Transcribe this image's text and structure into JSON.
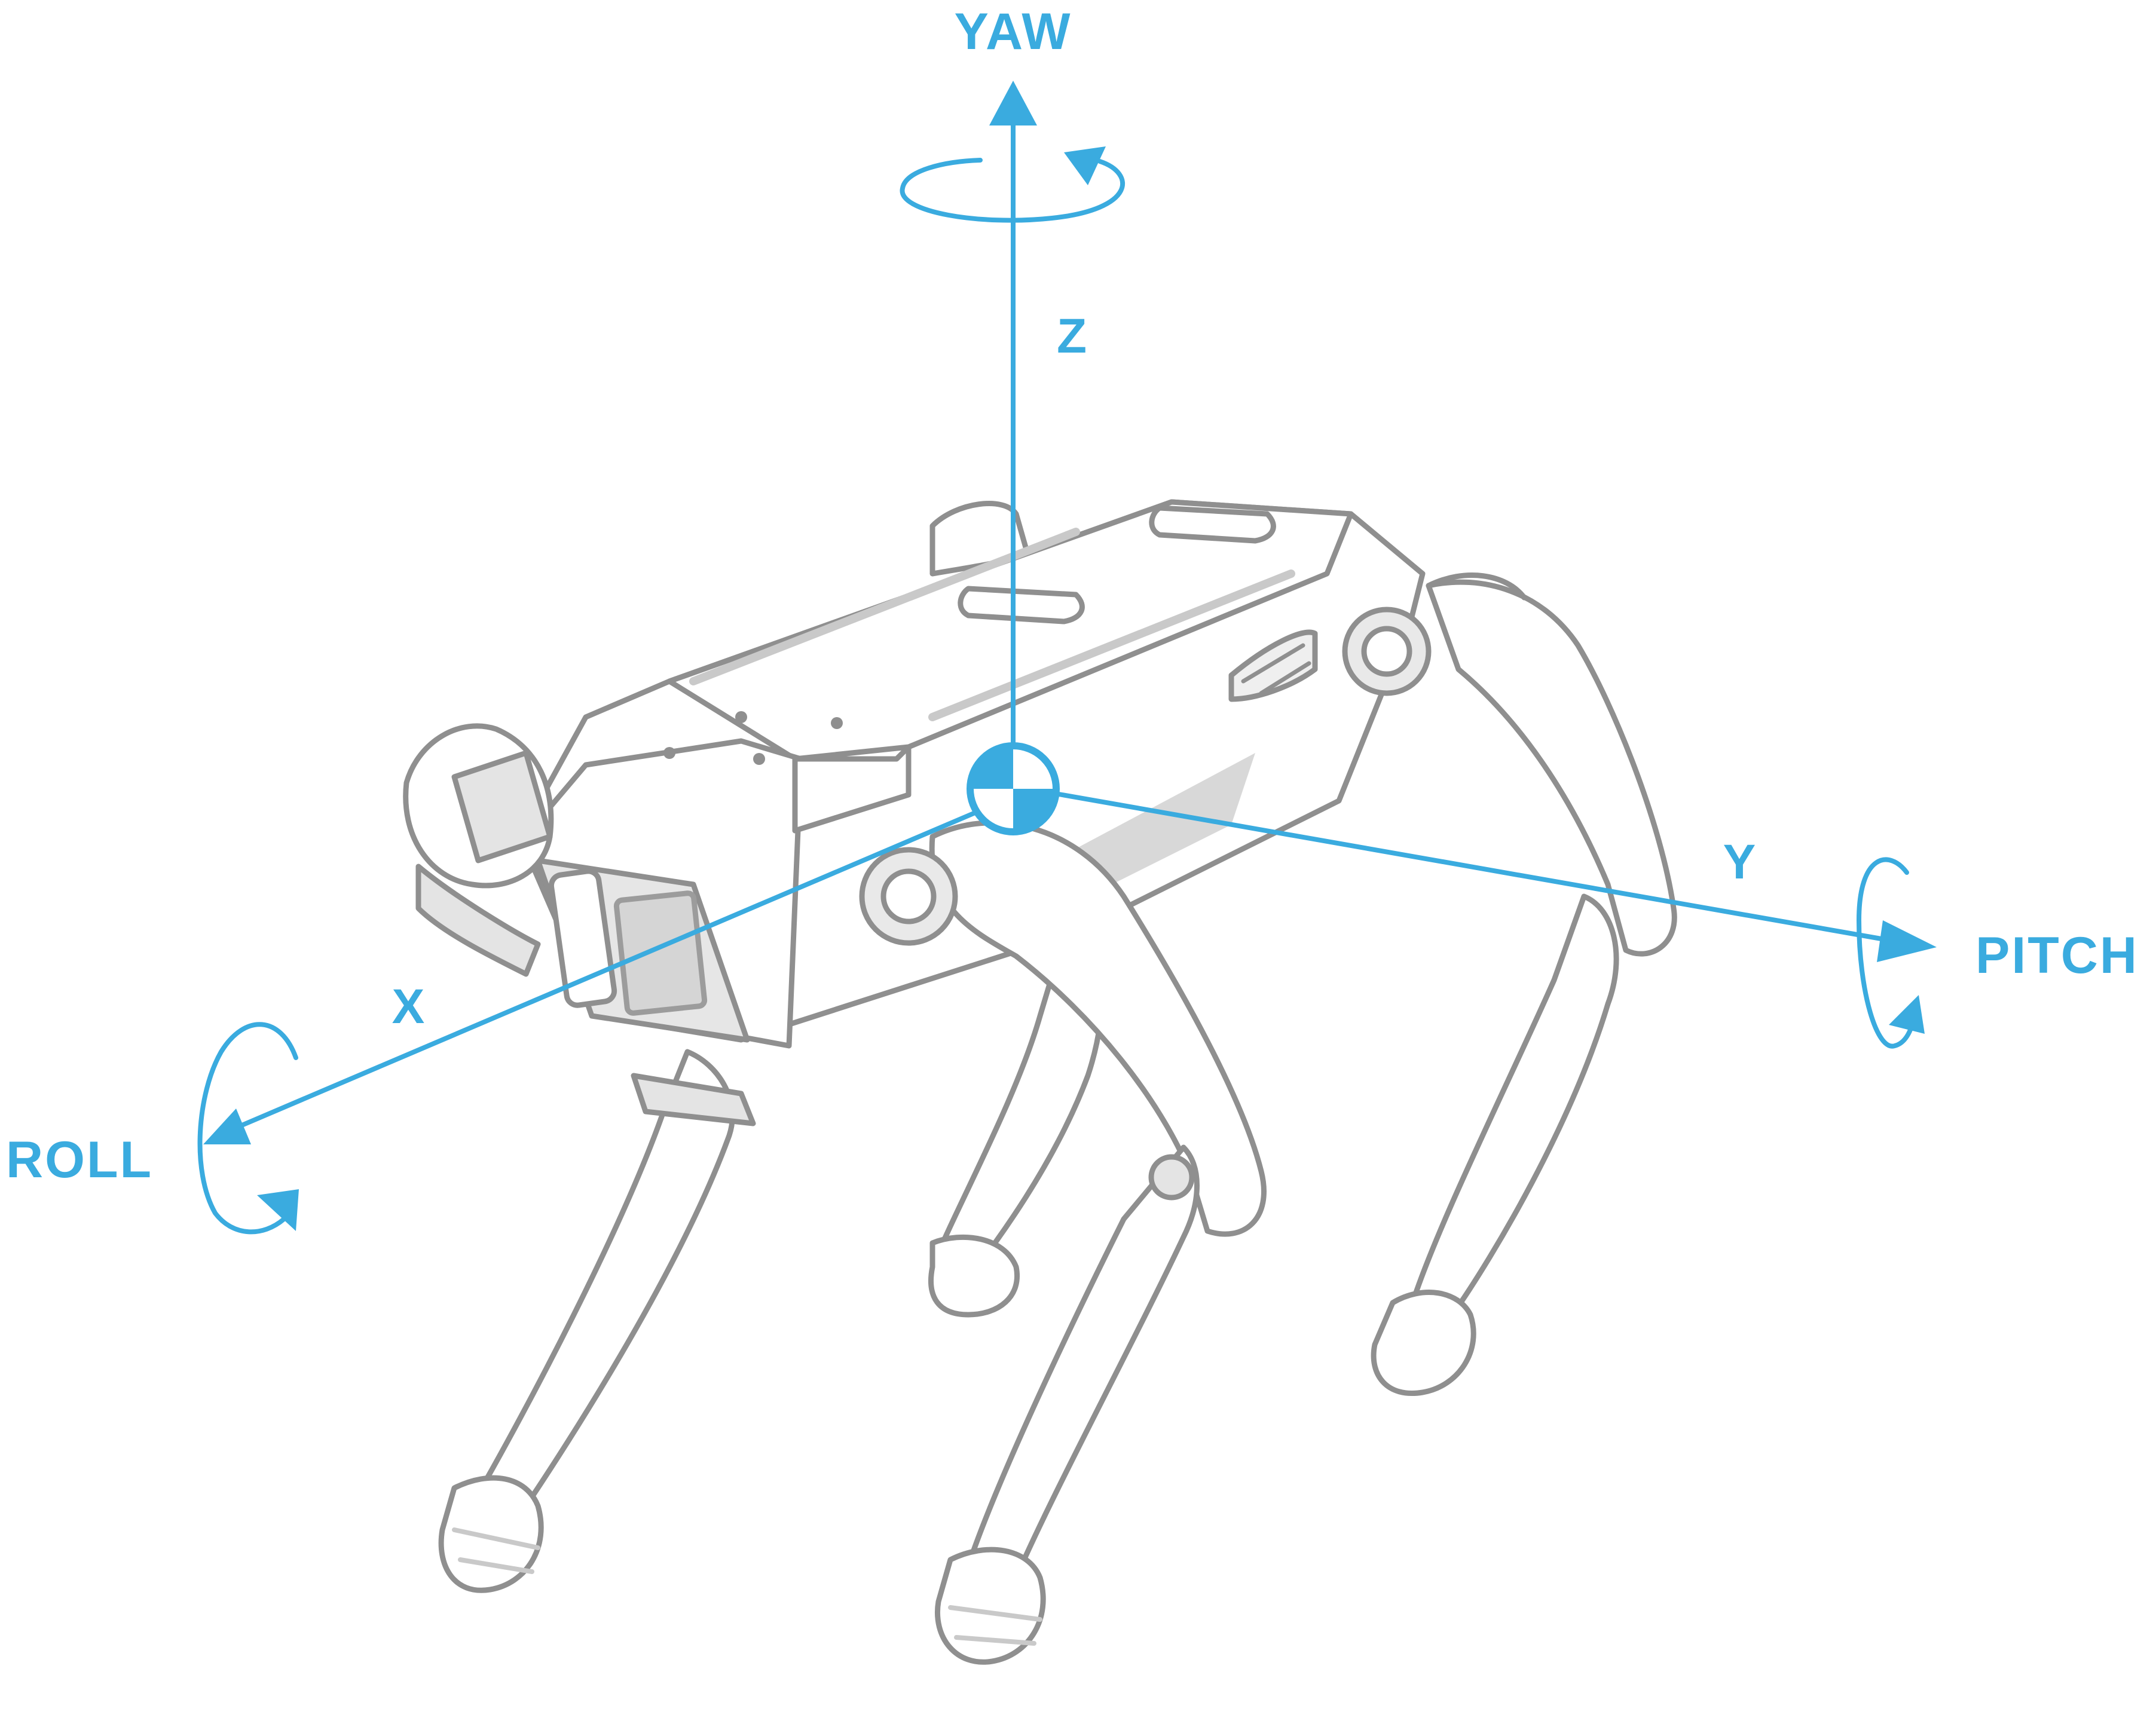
{
  "colors": {
    "axis": "#3aabdf",
    "robot_outline": "#8f8f8f",
    "robot_fill": "#ffffff",
    "robot_detail": "#c9c9c9"
  },
  "axes": {
    "z": {
      "label": "Z",
      "rotation_label": "YAW"
    },
    "y": {
      "label": "Y",
      "rotation_label": "PITCH"
    },
    "x": {
      "label": "X",
      "rotation_label": "ROLL"
    }
  }
}
